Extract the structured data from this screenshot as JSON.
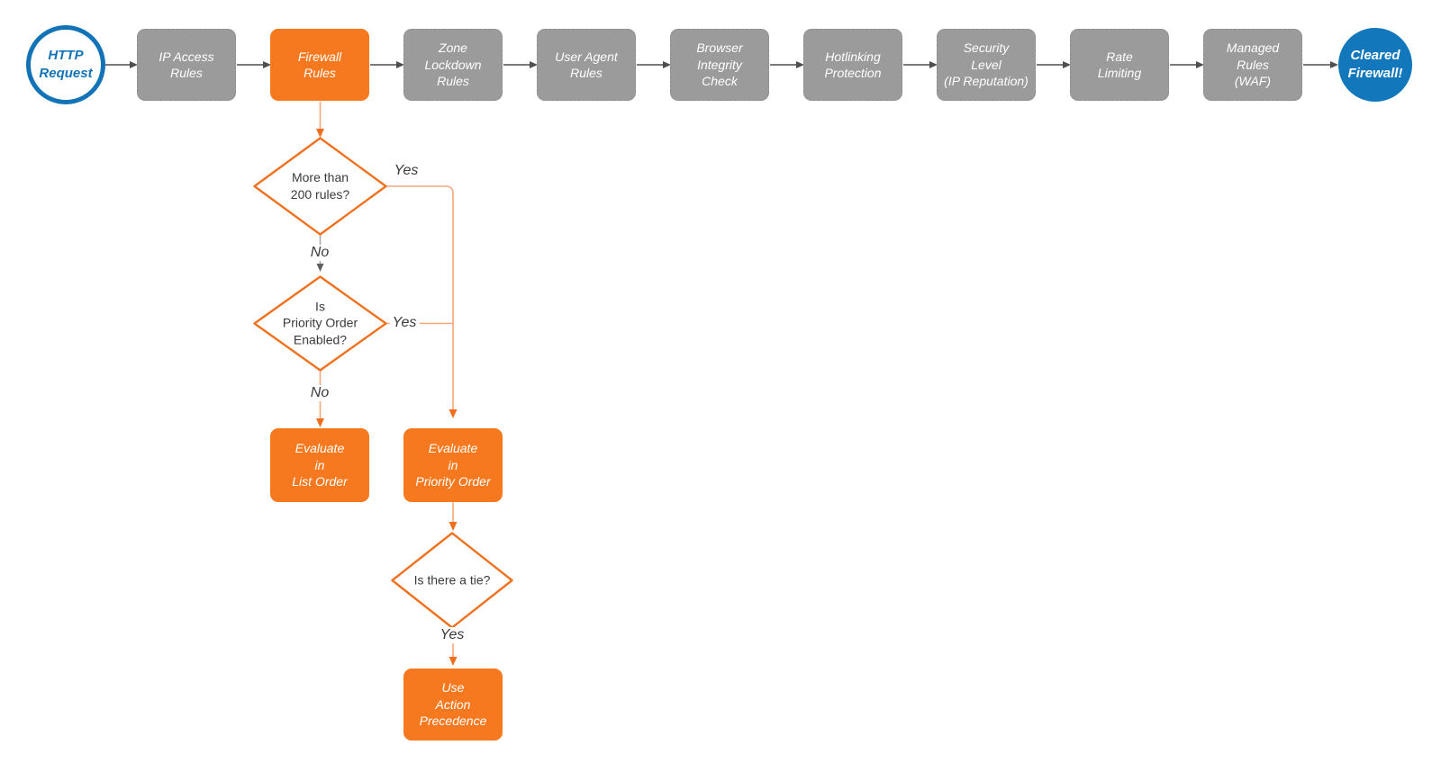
{
  "diagram": {
    "type": "flowchart",
    "subject": "cloudflare-firewall-request-evaluation",
    "colors": {
      "start_end_blue": "#1274B7",
      "end_fill_blue": "#1377BC",
      "process_gray": "#9B9B9B",
      "highlight_orange": "#F7791F",
      "diamond_stroke_orange": "#F0711F",
      "connector_gray": "#4F4F4F",
      "connector_light_gray": "#A8A8A8",
      "connector_orange_line": "#F5A87D",
      "connector_orange_head": "#F06E1D",
      "text_white": "#FFFFFF",
      "text_dark": "#3B3B3B"
    },
    "pipeline": [
      {
        "id": "http-request",
        "shape": "circle",
        "style": "start",
        "label": "HTTP\nRequest"
      },
      {
        "id": "ip-access-rules",
        "shape": "rect",
        "style": "gray",
        "label": "IP Access\nRules"
      },
      {
        "id": "firewall-rules",
        "shape": "rect",
        "style": "orange",
        "label": "Firewall\nRules"
      },
      {
        "id": "zone-lockdown-rules",
        "shape": "rect",
        "style": "gray",
        "label": "Zone\nLockdown\nRules"
      },
      {
        "id": "user-agent-rules",
        "shape": "rect",
        "style": "gray",
        "label": "User Agent\nRules"
      },
      {
        "id": "browser-integrity-check",
        "shape": "rect",
        "style": "gray",
        "label": "Browser\nIntegrity\nCheck"
      },
      {
        "id": "hotlinking-protection",
        "shape": "rect",
        "style": "gray",
        "label": "Hotlinking\nProtection"
      },
      {
        "id": "security-level",
        "shape": "rect",
        "style": "gray",
        "label": "Security\nLevel\n(IP Reputation)"
      },
      {
        "id": "rate-limiting",
        "shape": "rect",
        "style": "gray",
        "label": "Rate\nLimiting"
      },
      {
        "id": "managed-rules-waf",
        "shape": "rect",
        "style": "gray",
        "label": "Managed\nRules\n(WAF)"
      },
      {
        "id": "cleared-firewall",
        "shape": "circle",
        "style": "end",
        "label": "Cleared\nFirewall!"
      }
    ],
    "decisions": [
      {
        "id": "more-than-200-rules",
        "label": "More than\n200 rules?",
        "yes_label": "Yes",
        "no_label": "No"
      },
      {
        "id": "priority-order-enabled",
        "label": "Is\nPriority Order\nEnabled?",
        "yes_label": "Yes",
        "no_label": "No"
      },
      {
        "id": "is-there-a-tie",
        "label": "Is there a tie?",
        "yes_label": "Yes"
      }
    ],
    "actions": [
      {
        "id": "evaluate-list-order",
        "label": "Evaluate\nin\nList Order"
      },
      {
        "id": "evaluate-priority-order",
        "label": "Evaluate\nin\nPriority Order"
      },
      {
        "id": "use-action-precedence",
        "label": "Use\nAction\nPrecedence"
      }
    ],
    "edges": {
      "firewall_rules_branch": "More than 200 rules?",
      "d1_yes_target": "Evaluate in Priority Order",
      "d1_no_target": "Is Priority Order Enabled?",
      "d2_yes_target": "Evaluate in Priority Order",
      "d2_no_target": "Evaluate in List Order",
      "d3_yes_target": "Use Action Precedence"
    }
  }
}
